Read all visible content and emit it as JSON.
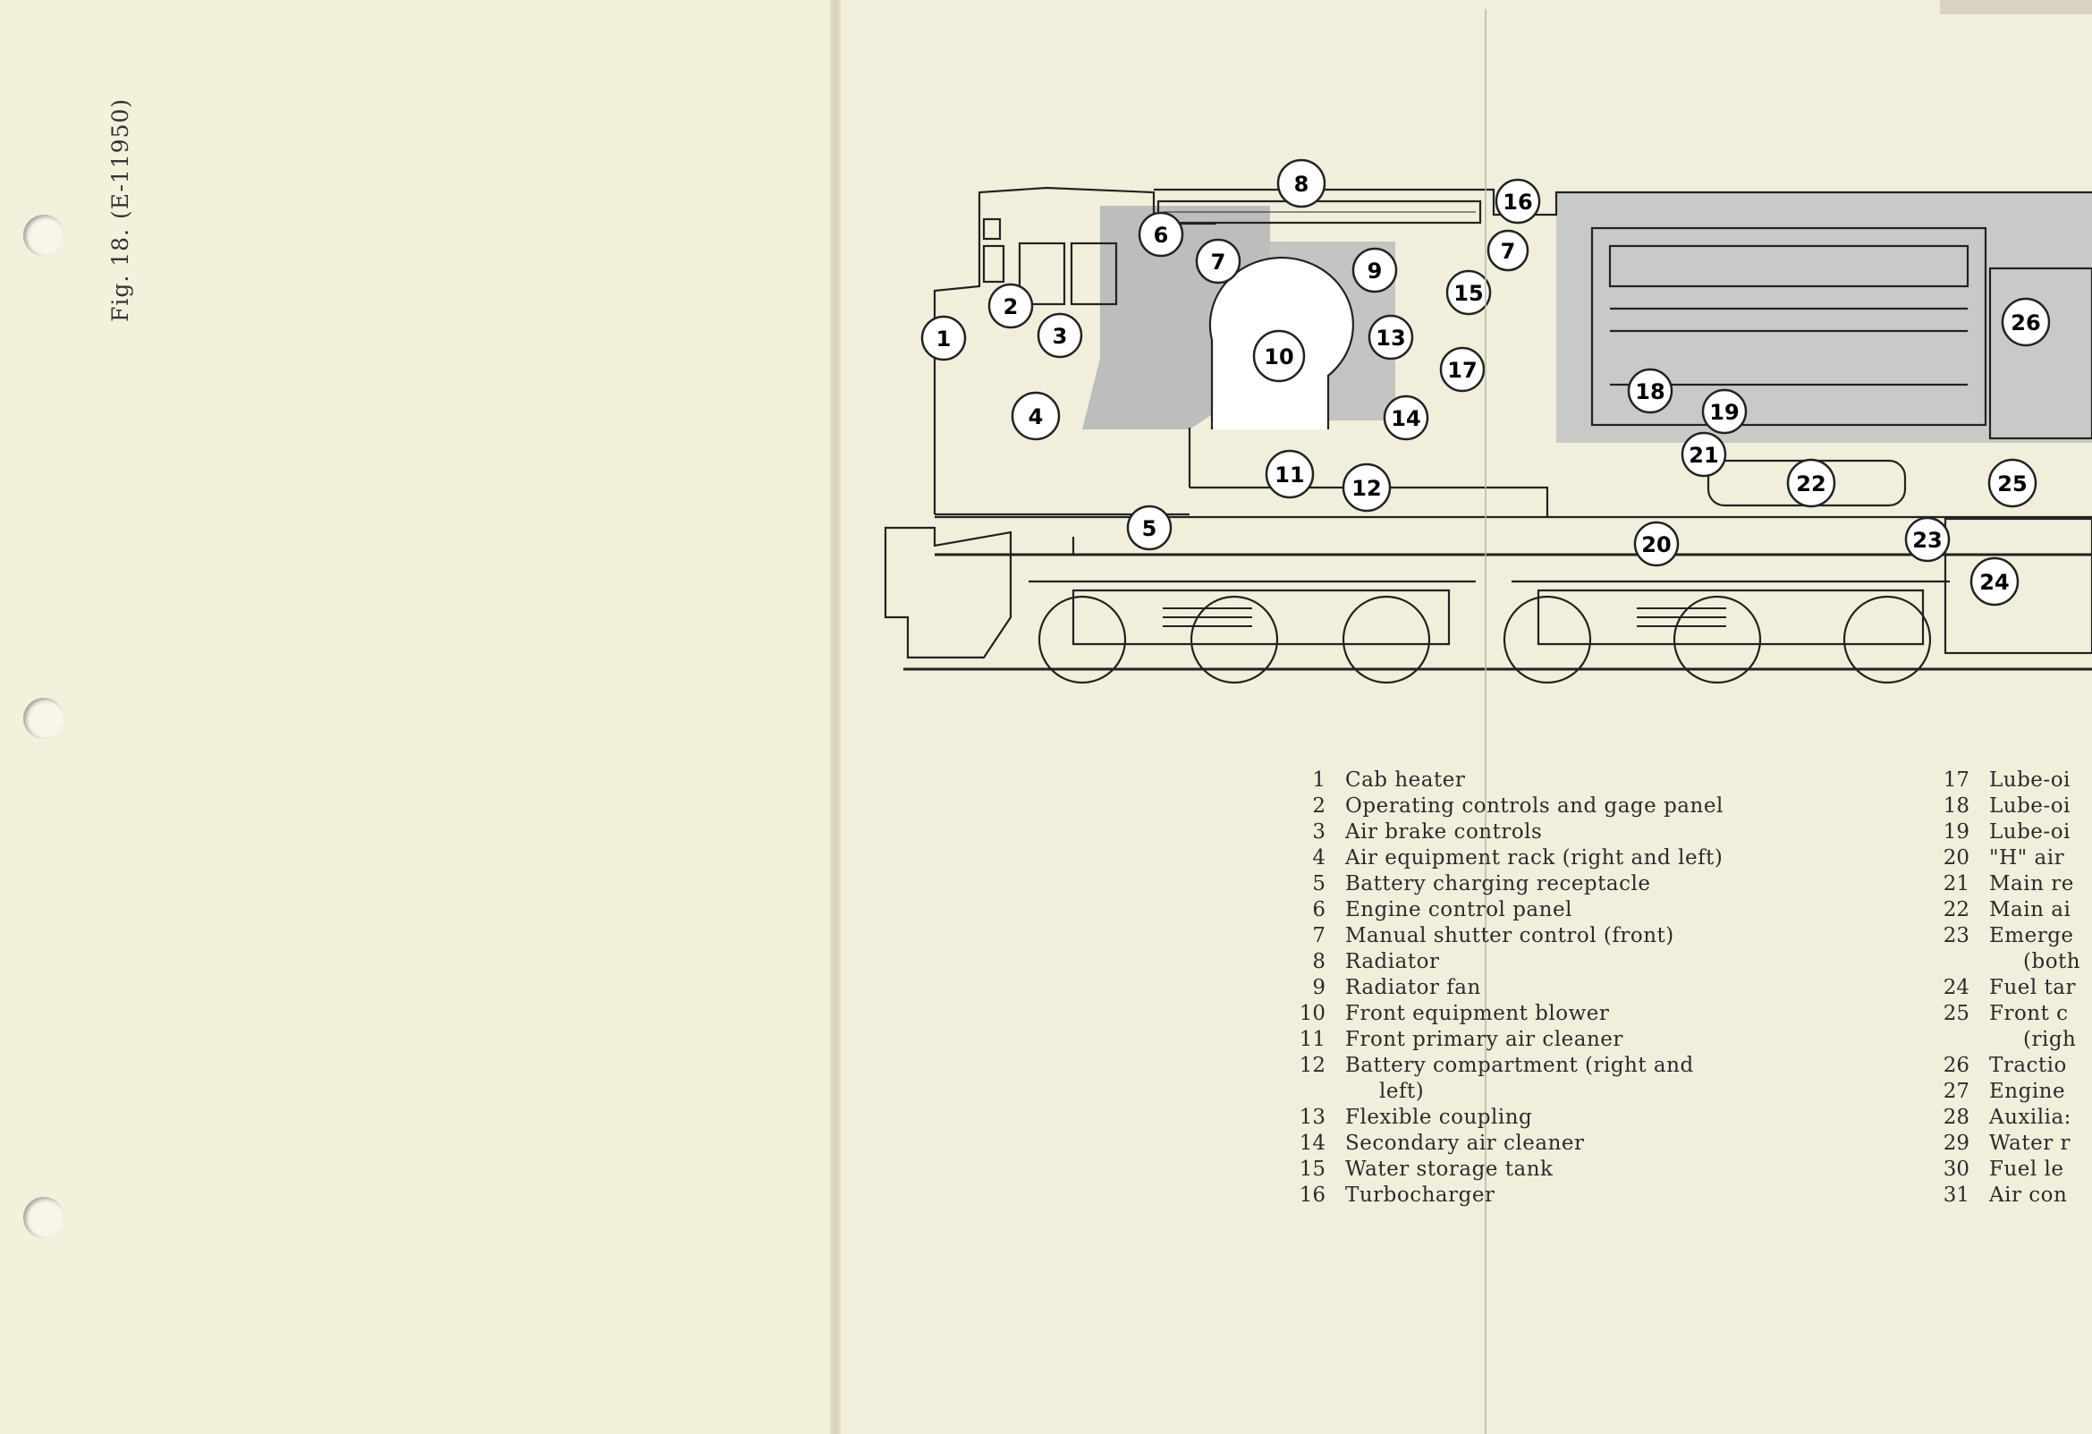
{
  "caption": {
    "figure": "Fig. 18.",
    "code": "(E-11950)"
  },
  "diagram": {
    "callouts": [
      {
        "n": "1"
      },
      {
        "n": "2"
      },
      {
        "n": "3"
      },
      {
        "n": "4"
      },
      {
        "n": "5"
      },
      {
        "n": "6"
      },
      {
        "n": "7"
      },
      {
        "n": "8"
      },
      {
        "n": "9"
      },
      {
        "n": "10"
      },
      {
        "n": "11"
      },
      {
        "n": "12"
      },
      {
        "n": "13"
      },
      {
        "n": "14"
      },
      {
        "n": "15"
      },
      {
        "n": "16"
      },
      {
        "n": "17"
      },
      {
        "n": "18"
      },
      {
        "n": "19"
      },
      {
        "n": "20"
      },
      {
        "n": "21"
      },
      {
        "n": "22"
      },
      {
        "n": "23"
      },
      {
        "n": "24"
      },
      {
        "n": "25"
      },
      {
        "n": "26"
      },
      {
        "n": "7"
      }
    ]
  },
  "legend_left": [
    {
      "num": "1",
      "text": "Cab heater"
    },
    {
      "num": "2",
      "text": "Operating controls and gage panel"
    },
    {
      "num": "3",
      "text": "Air brake controls"
    },
    {
      "num": "4",
      "text": "Air equipment rack (right and left)"
    },
    {
      "num": "5",
      "text": "Battery charging receptacle"
    },
    {
      "num": "6",
      "text": "Engine control panel"
    },
    {
      "num": "7",
      "text": "Manual shutter control (front)"
    },
    {
      "num": "8",
      "text": "Radiator"
    },
    {
      "num": "9",
      "text": "Radiator fan"
    },
    {
      "num": "10",
      "text": "Front equipment blower"
    },
    {
      "num": "11",
      "text": "Front primary air cleaner"
    },
    {
      "num": "12",
      "text": "Battery compartment (right and"
    },
    {
      "num": "",
      "text": "left)"
    },
    {
      "num": "13",
      "text": "Flexible coupling"
    },
    {
      "num": "14",
      "text": "Secondary air cleaner"
    },
    {
      "num": "15",
      "text": "Water storage tank"
    },
    {
      "num": "16",
      "text": "Turbocharger"
    }
  ],
  "legend_right": [
    {
      "num": "17",
      "text": "Lube-oi"
    },
    {
      "num": "18",
      "text": "Lube-oi"
    },
    {
      "num": "19",
      "text": "Lube-oi"
    },
    {
      "num": "20",
      "text": "\"H\" air"
    },
    {
      "num": "21",
      "text": "Main re"
    },
    {
      "num": "22",
      "text": "Main ai"
    },
    {
      "num": "23",
      "text": "Emerge"
    },
    {
      "num": "",
      "text": "(both"
    },
    {
      "num": "24",
      "text": "Fuel tar"
    },
    {
      "num": "25",
      "text": "Front c"
    },
    {
      "num": "",
      "text": "(righ"
    },
    {
      "num": "26",
      "text": "Tractio"
    },
    {
      "num": "27",
      "text": "Engine"
    },
    {
      "num": "28",
      "text": "Auxilia:"
    },
    {
      "num": "29",
      "text": "Water r"
    },
    {
      "num": "30",
      "text": "Fuel le"
    },
    {
      "num": "31",
      "text": "Air con"
    }
  ]
}
